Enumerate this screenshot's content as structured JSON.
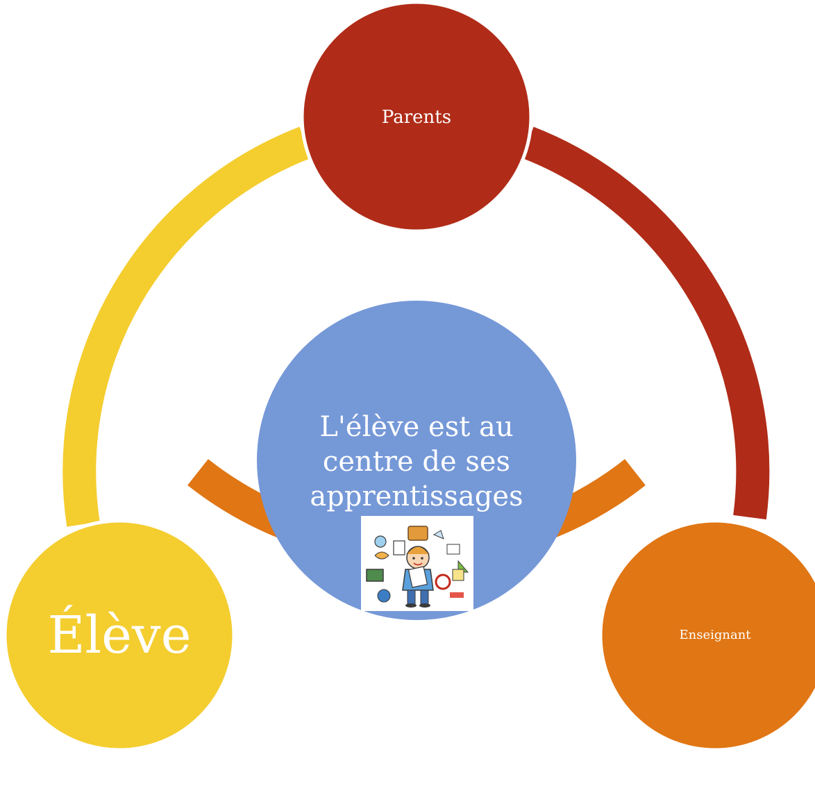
{
  "diagram": {
    "type": "cycle",
    "center": {
      "lines": [
        "L'élève est au",
        "centre de ses",
        "apprentissages"
      ],
      "color": "#7598d7",
      "image_icon": "child-with-school-supplies-illustration"
    },
    "nodes": [
      {
        "label": "Parents",
        "color": "#b02c18"
      },
      {
        "label": "Enseignant",
        "color": "#e07614"
      },
      {
        "label": "Élève",
        "color": "#f4cd2f"
      }
    ],
    "arcs": [
      {
        "from": "Parents",
        "to": "Enseignant",
        "color": "#b02c18"
      },
      {
        "from": "Enseignant",
        "to": "Élève",
        "color": "#e07614"
      },
      {
        "from": "Élève",
        "to": "Parents",
        "color": "#f4cd2f"
      }
    ]
  }
}
